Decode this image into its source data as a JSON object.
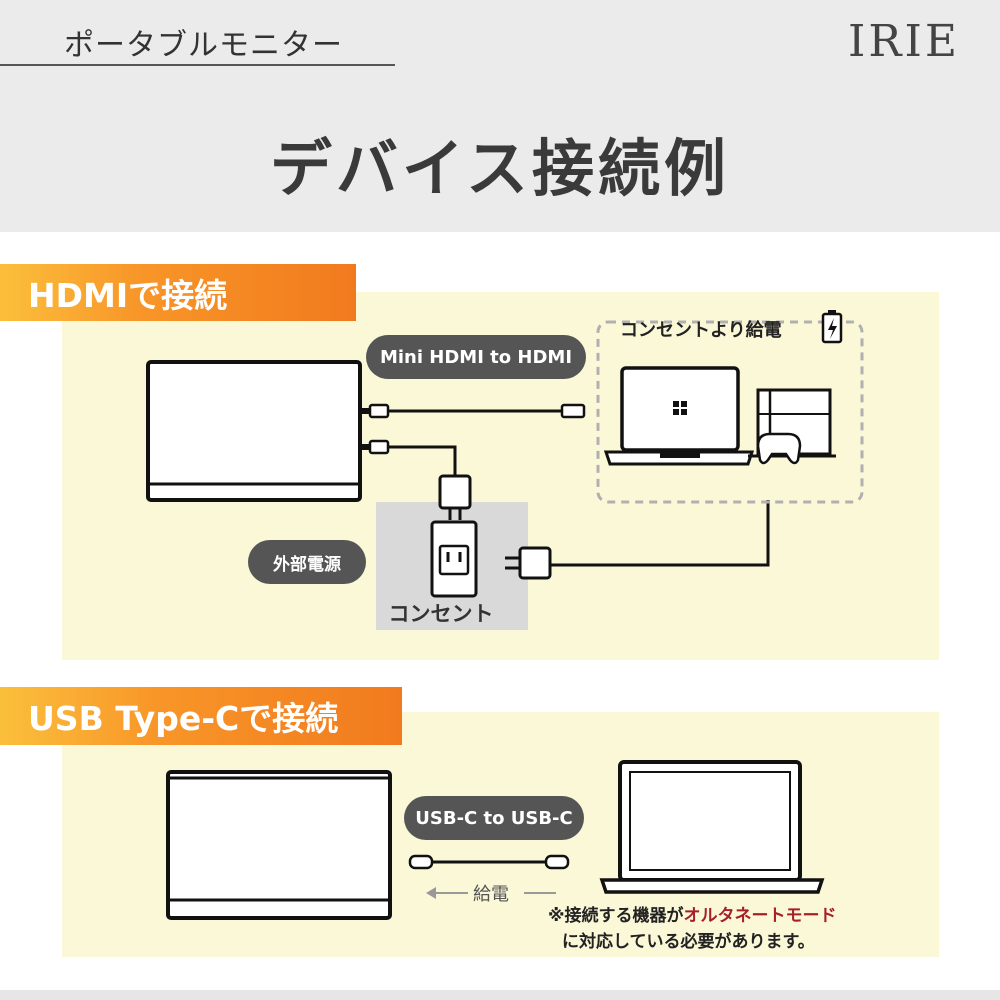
{
  "header": {
    "category": "ポータブルモニター",
    "brand": "IRIE",
    "title": "デバイス接続例"
  },
  "hdmi_section": {
    "tab_label": "HDMIで接続",
    "cable_label": "Mini HDMI to HDMI",
    "power_label": "外部電源",
    "outlet_label": "コンセント",
    "supply_label": "コンセントより給電"
  },
  "usbc_section": {
    "tab_label": "USB Type-Cで接続",
    "cable_label": "USB-C to USB-C",
    "feed_label": "給電",
    "note_prefix": "※接続する機器が",
    "note_highlight": "オルタネートモード",
    "note_line2": "に対応している必要があります。"
  },
  "colors": {
    "header_bg": "#ebebeb",
    "panel_bg": "#fbf8d8",
    "tab_orange": "#f17a1e",
    "pill_gray": "#555555",
    "highlight_red": "#a6202b"
  },
  "icons": [
    "monitor-icon",
    "laptop-icon",
    "windows-logo-icon",
    "game-console-icon",
    "controller-icon",
    "battery-charging-icon",
    "power-plug-icon",
    "wall-outlet-icon",
    "hdmi-connector-icon",
    "usb-c-connector-icon",
    "arrow-left-icon"
  ]
}
